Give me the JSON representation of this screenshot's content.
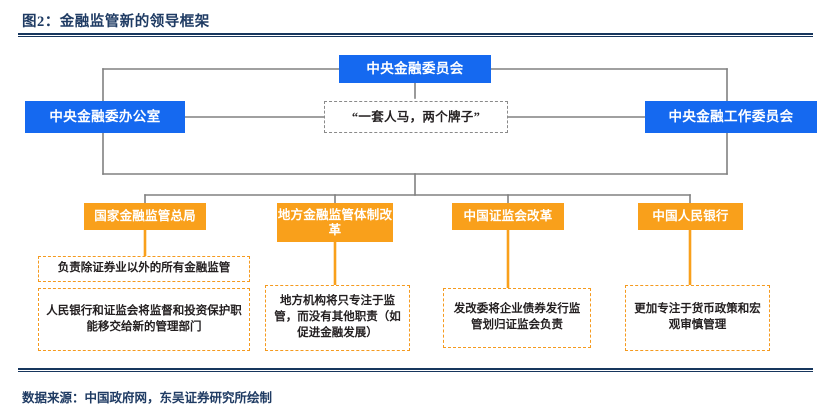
{
  "figure": {
    "title": "图2：金融监管新的领导框架",
    "source": "数据来源：中国政府网，东吴证券研究所绘制"
  },
  "colors": {
    "blue": "#1569f0",
    "orange": "#f9a01b",
    "navy": "#17365d",
    "wire_gray": "#808080",
    "dashed_gray": "#8a8a8a",
    "dashed_orange": "#f59a1e"
  },
  "chart_data": {
    "type": "diagram",
    "title": "图2：金融监管新的领导框架",
    "layout": "org-chart",
    "nodes": [
      {
        "id": "n1",
        "label": "中央金融委员会",
        "style": "blue",
        "level": 0
      },
      {
        "id": "n2",
        "label": "中央金融委办公室",
        "style": "blue",
        "level": 1
      },
      {
        "id": "n3",
        "label": "“一套人马，两个牌子”",
        "style": "dashed-gray",
        "level": 1
      },
      {
        "id": "n4",
        "label": "中央金融工作委员会",
        "style": "blue",
        "level": 1
      },
      {
        "id": "n5",
        "label": "国家金融监管总局",
        "style": "orange",
        "level": 2
      },
      {
        "id": "n6",
        "label": "地方金融监管体制改革",
        "style": "orange",
        "level": 2
      },
      {
        "id": "n7",
        "label": "中国证监会改革",
        "style": "orange",
        "level": 2
      },
      {
        "id": "n8",
        "label": "中国人民银行",
        "style": "orange",
        "level": 2
      },
      {
        "id": "n9",
        "label": "负责除证券业以外的所有金融监管",
        "style": "dashed-orange",
        "level": 3,
        "parent": "n5"
      },
      {
        "id": "n10",
        "label": "人民银行和证监会将监督和投资保护职能移交给新的管理部门",
        "style": "dashed-orange",
        "level": 4,
        "parent": "n5"
      },
      {
        "id": "n11",
        "label": "地方机构将只专注于监管，而没有其他职责（如促进金融发展）",
        "style": "dashed-orange",
        "level": 3,
        "parent": "n6"
      },
      {
        "id": "n12",
        "label": "发改委将企业债券发行监管划归证监会负责",
        "style": "dashed-orange",
        "level": 3,
        "parent": "n7"
      },
      {
        "id": "n13",
        "label": "更加专注于货币政策和宏观审慎管理",
        "style": "dashed-orange",
        "level": 3,
        "parent": "n8"
      }
    ]
  },
  "nodes": {
    "central_financial_commission": "中央金融委员会",
    "central_financial_office": "中央金融委办公室",
    "one_team_two_signs": "“一套人马，两个牌子”",
    "central_financial_work_committee": "中央金融工作委员会",
    "national_financial_regulatory_administration": "国家金融监管总局",
    "local_financial_regulation_reform": "地方金融监管体制改革",
    "csrc_reform": "中国证监会改革",
    "pboc": "中国人民银行"
  },
  "notes": {
    "nfra_note1": "负责除证券业以外的所有金融监管",
    "nfra_note2": "人民银行和证监会将监督和投资保护职能移交给新的管理部门",
    "local_note": "地方机构将只专注于监管，而没有其他职责（如促进金融发展）",
    "csrc_note": "发改委将企业债券发行监管划归证监会负责",
    "pboc_note": "更加专注于货币政策和宏观审慎管理"
  }
}
